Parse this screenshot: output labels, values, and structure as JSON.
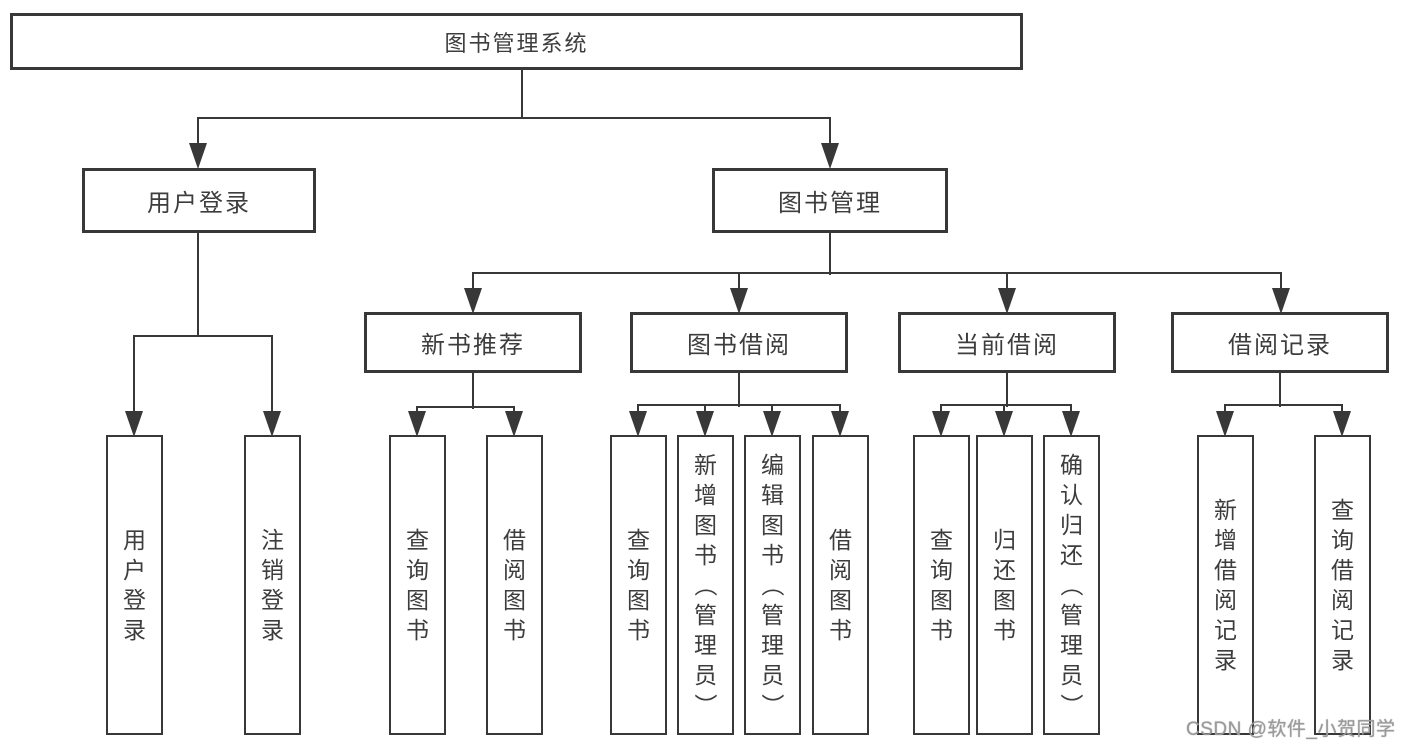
{
  "diagram": {
    "root": {
      "label": "图书管理系统"
    },
    "level2": {
      "user_login": {
        "label": "用户登录"
      },
      "book_management": {
        "label": "图书管理"
      }
    },
    "level3": {
      "new_book_recommend": {
        "label": "新书推荐"
      },
      "book_borrow": {
        "label": "图书借阅"
      },
      "current_borrow": {
        "label": "当前借阅"
      },
      "borrow_records": {
        "label": "借阅记录"
      }
    },
    "leaves": {
      "user_login": {
        "label": "用户登录"
      },
      "logout": {
        "label": "注销登录"
      },
      "nb_query_books": {
        "label": "查询图书"
      },
      "nb_borrow_books": {
        "label": "借阅图书"
      },
      "bb_query_books": {
        "label": "查询图书"
      },
      "bb_add_books": {
        "label": "新增图书（管理员）"
      },
      "bb_edit_books": {
        "label": "编辑图书（管理员）"
      },
      "bb_borrow_books": {
        "label": "借阅图书"
      },
      "cb_query_books": {
        "label": "查询图书"
      },
      "cb_return_books": {
        "label": "归还图书"
      },
      "cb_confirm_return": {
        "label": "确认归还（管理员）"
      },
      "br_add_record": {
        "label": "新增借阅记录"
      },
      "br_query_record": {
        "label": "查询借阅记录"
      }
    },
    "watermark": "CSDN @软件_小贺同学",
    "colors": {
      "line": "#383838",
      "text": "#3d3d3d",
      "watermark": "#9b9b9b",
      "background": "#ffffff"
    }
  }
}
